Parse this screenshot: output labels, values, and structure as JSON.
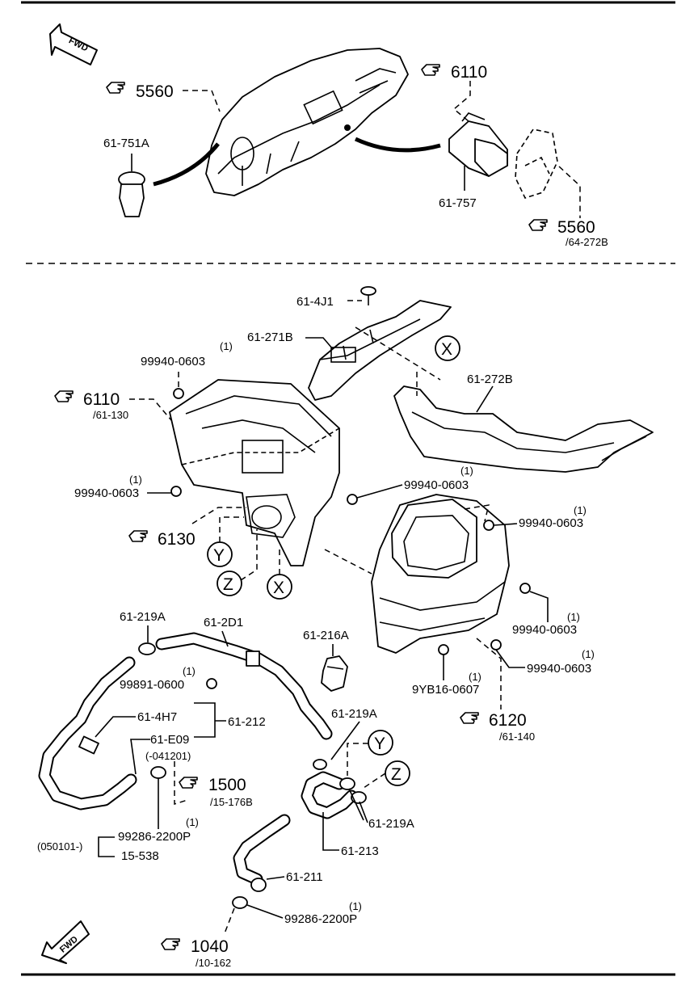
{
  "sections": {
    "top": {
      "refs": [
        {
          "id": "ref-5560-top",
          "num": "5560",
          "sub": ""
        },
        {
          "id": "ref-6110-top",
          "num": "6110",
          "sub": ""
        },
        {
          "id": "ref-5560-bottom",
          "num": "5560",
          "sub": "/64-272B"
        }
      ],
      "parts": [
        "61-751A",
        "61-757"
      ],
      "fwd": "FWD"
    },
    "main": {
      "parts": [
        "61-4J1",
        "61-271B",
        "61-272B",
        "99940-0603",
        "99940-0603",
        "99940-0603",
        "99940-0603",
        "99940-0603",
        "99940-0603",
        "9YB16-0607",
        "61-216A",
        "61-219A",
        "61-2D1",
        "99891-0600",
        "61-4H7",
        "61-212",
        "61-E09",
        "(-041201)",
        "61-219A",
        "61-219A",
        "99286-2200P",
        "(050101-)",
        "15-538",
        "61-213",
        "61-211",
        "99286-2200P"
      ],
      "qty": "(1)",
      "refs": [
        {
          "id": "ref-6110",
          "num": "6110",
          "sub": "/61-130"
        },
        {
          "id": "ref-6130",
          "num": "6130",
          "sub": ""
        },
        {
          "id": "ref-6120",
          "num": "6120",
          "sub": "/61-140"
        },
        {
          "id": "ref-1500",
          "num": "1500",
          "sub": "/15-176B"
        },
        {
          "id": "ref-1040",
          "num": "1040",
          "sub": "/10-162"
        }
      ],
      "callouts": [
        "X",
        "X",
        "Y",
        "Y",
        "Z",
        "Z"
      ],
      "fwd": "FWD"
    }
  }
}
